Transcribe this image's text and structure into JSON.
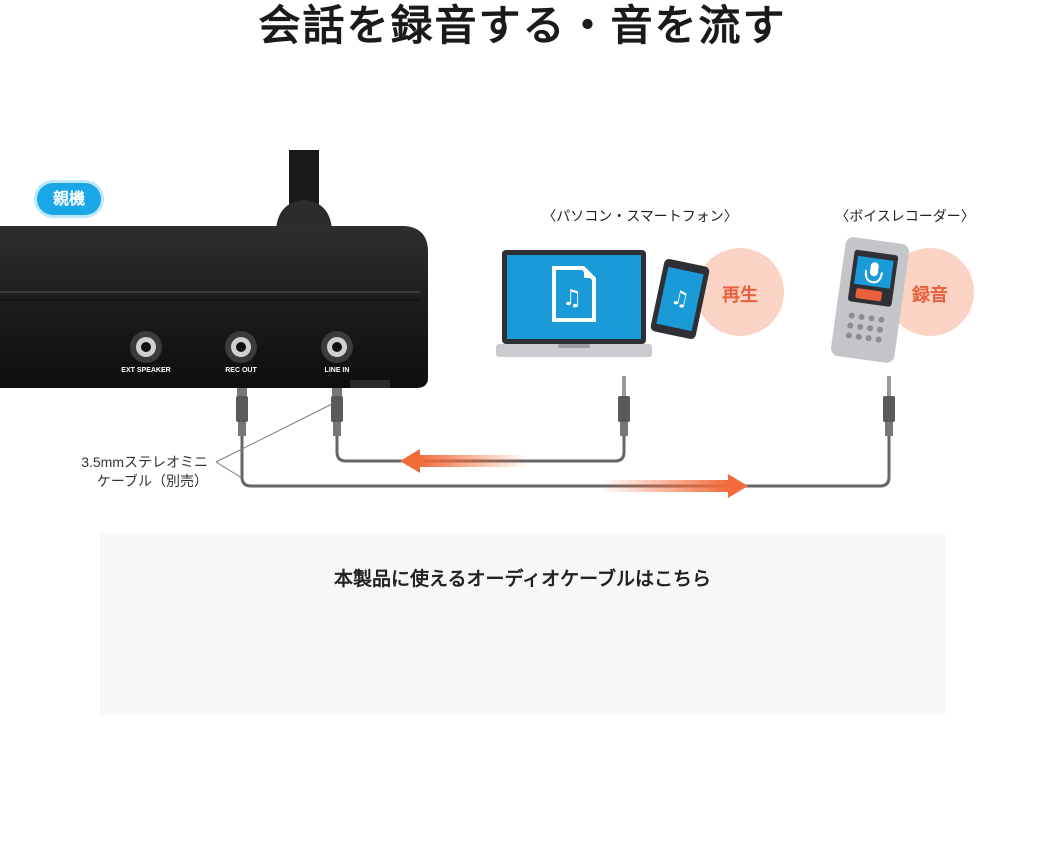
{
  "title": "会話を録音する・音を流す",
  "unit_badge": "親機",
  "ports": {
    "ext_speaker": "EXT SPEAKER",
    "rec_out": "REC OUT",
    "line_in": "LINE IN"
  },
  "devices": {
    "pc_label": "〈パソコン・スマートフォン〉",
    "recorder_label": "〈ボイスレコーダー〉"
  },
  "actions": {
    "play": "再生",
    "record": "録音"
  },
  "cable_note": {
    "line1": "3.5mmステレオミニ",
    "line2": "ケーブル（別売）"
  },
  "cable_section": {
    "heading": "本製品に使えるオーディオケーブルはこちら"
  },
  "colors": {
    "badge": "#1aa7e8",
    "arrow": "#f26b3a",
    "circle": "#fbd3c4",
    "circle_text": "#e8603c",
    "screen": "#1a9bd7"
  }
}
